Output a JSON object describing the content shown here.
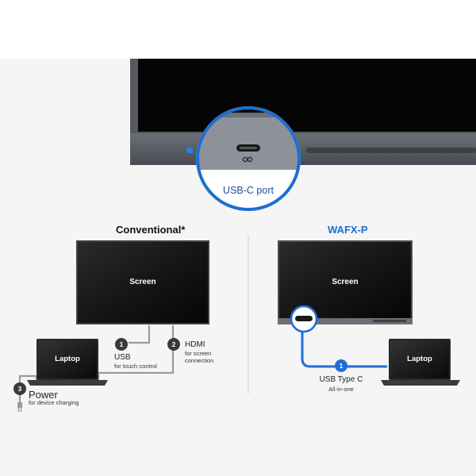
{
  "callout": {
    "label": "USB-C port"
  },
  "conventional": {
    "heading": "Conventional*",
    "screen_label": "Screen",
    "laptop_label": "Laptop",
    "connections": [
      {
        "number": "1",
        "title": "USB",
        "subtitle": "for touch control"
      },
      {
        "number": "2",
        "title": "HDMI",
        "subtitle": "for screen connection"
      },
      {
        "number": "3",
        "title": "Power",
        "subtitle": "for device charging"
      }
    ]
  },
  "wafx": {
    "heading": "WAFX-P",
    "screen_label": "Screen",
    "laptop_label": "Laptop",
    "connection": {
      "number": "1",
      "title": "USB Type C",
      "subtitle": "All-in-one"
    }
  },
  "colors": {
    "accent_blue": "#1b6fd0",
    "cable_blue": "#1f6ed6",
    "bezel_gray": "#5a5f66",
    "screen_black": "#141414",
    "panel_bg": "#f5f5f5"
  }
}
